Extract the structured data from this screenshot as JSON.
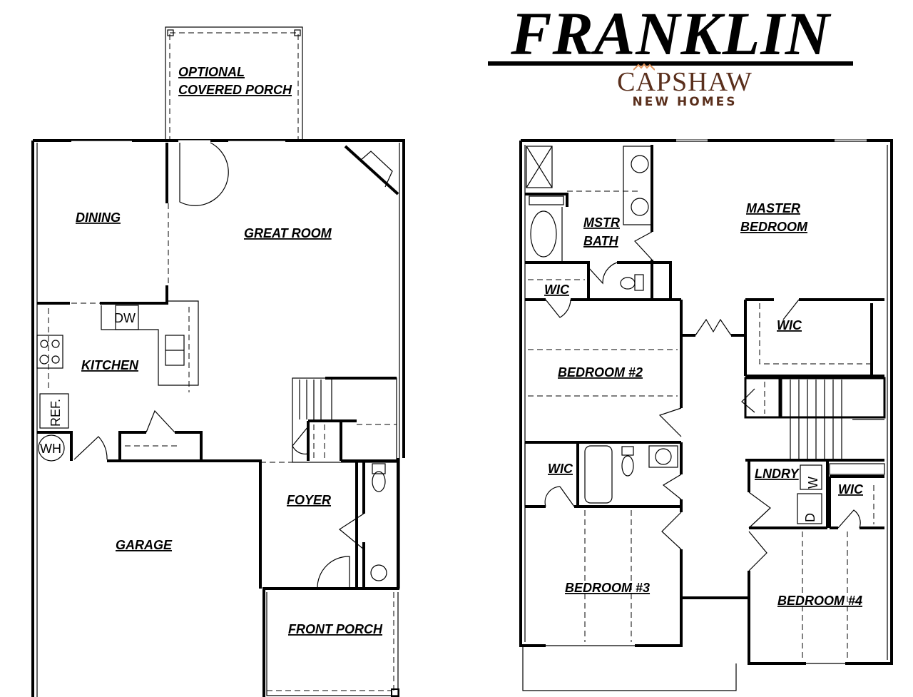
{
  "header": {
    "title": "FRANKLIN",
    "brand": {
      "name": "CAPSHAW",
      "subtitle": "NEW HOMES",
      "color": "#5a2f1c",
      "accent_color": "#e0935a",
      "logo_icon": "mountain-peaks-icon"
    }
  },
  "first_floor": {
    "rooms": [
      {
        "label": "OPTIONAL",
        "label2": "COVERED PORCH"
      },
      {
        "label": "DINING"
      },
      {
        "label": "GREAT ROOM"
      },
      {
        "label": "KITCHEN"
      },
      {
        "label": "GARAGE"
      },
      {
        "label": "FOYER"
      },
      {
        "label": "FRONT PORCH"
      }
    ],
    "fixtures": {
      "dishwasher": "DW",
      "refrigerator": "REF.",
      "water_heater": "WH"
    }
  },
  "second_floor": {
    "rooms": [
      {
        "label": "MSTR",
        "label2": "BATH"
      },
      {
        "label": "MASTER",
        "label2": "BEDROOM"
      },
      {
        "label": "WIC"
      },
      {
        "label": "WIC"
      },
      {
        "label": "BEDROOM #2"
      },
      {
        "label": "WIC"
      },
      {
        "label": "LNDRY"
      },
      {
        "label": "WIC"
      },
      {
        "label": "BEDROOM #3"
      },
      {
        "label": "BEDROOM #4"
      }
    ],
    "fixtures": {
      "washer": "W",
      "dryer": "D"
    }
  }
}
